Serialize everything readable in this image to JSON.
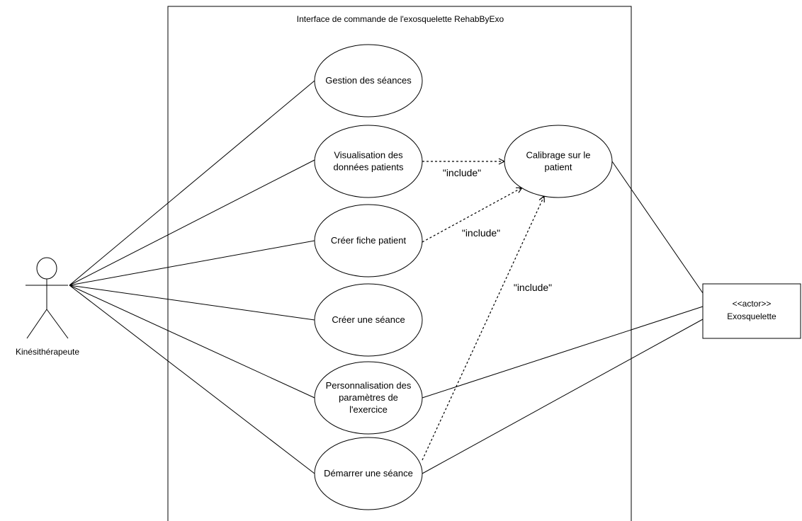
{
  "system": {
    "title": "Interface de commande de l'exosquelette RehabByExo"
  },
  "actors": {
    "kine": {
      "label": "Kinésithérapeute"
    },
    "exo": {
      "stereotype": "<<actor>>",
      "label": "Exosquelette"
    }
  },
  "use_cases": {
    "gestion": {
      "lines": [
        "Gestion des séances"
      ]
    },
    "visualisation": {
      "lines": [
        "Visualisation des",
        "données patients"
      ]
    },
    "calibrage": {
      "lines": [
        "Calibrage sur le",
        "patient"
      ]
    },
    "creer_fiche": {
      "lines": [
        "Créer fiche patient"
      ]
    },
    "creer_seance": {
      "lines": [
        "Créer une séance"
      ]
    },
    "personnalisation": {
      "lines": [
        "Personnalisation des",
        "paramètres de",
        "l'exercice"
      ]
    },
    "demarrer": {
      "lines": [
        "Démarrer une séance"
      ]
    }
  },
  "relations": {
    "include_1": "\"include\"",
    "include_2": "\"include\"",
    "include_3": "\"include\""
  }
}
